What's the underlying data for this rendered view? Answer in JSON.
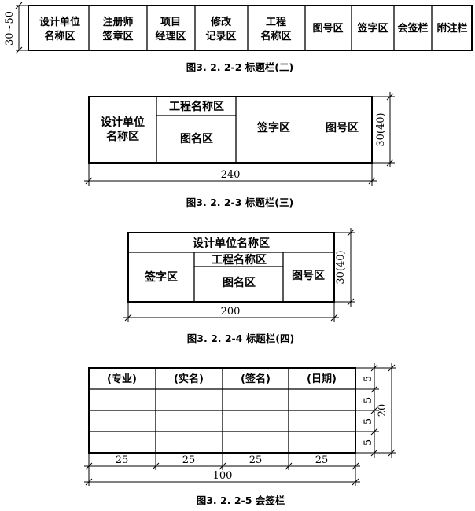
{
  "fig1": {
    "dimension": "30~50",
    "cells": [
      [
        "设计单位",
        "名称区"
      ],
      [
        "注册师",
        "签章区"
      ],
      [
        "项目",
        "经理区"
      ],
      [
        "修改",
        "记录区"
      ],
      [
        "工程",
        "名称区"
      ],
      [
        "图号区"
      ],
      [
        "签字区"
      ],
      [
        "会签栏"
      ],
      [
        "附注栏"
      ]
    ],
    "caption": "图3. 2. 2-2 标题栏(二)"
  },
  "fig2": {
    "design_unit": [
      "设计单位",
      "名称区"
    ],
    "project_name": "工程名称区",
    "drawing_name": "图名区",
    "signature": "签字区",
    "drawing_no": "图号区",
    "width_dim": "240",
    "height_dim": "30(40)",
    "caption": "图3. 2. 2-3 标题栏(三)"
  },
  "fig3": {
    "design_unit": "设计单位名称区",
    "signature": "签字区",
    "project_name": "工程名称区",
    "drawing_name": "图名区",
    "drawing_no": "图号区",
    "width_dim": "200",
    "height_dim": "30(40)",
    "caption": "图3. 2. 2-4 标题栏(四)"
  },
  "fig4": {
    "headers": [
      "(专业)",
      "(实名)",
      "(签名)",
      "(日期)"
    ],
    "col_dims": [
      "25",
      "25",
      "25",
      "25"
    ],
    "total_width": "100",
    "row_dims": [
      "5",
      "5",
      "5",
      "5"
    ],
    "total_height": "20",
    "caption": "图3. 2. 2-5 会签栏"
  }
}
